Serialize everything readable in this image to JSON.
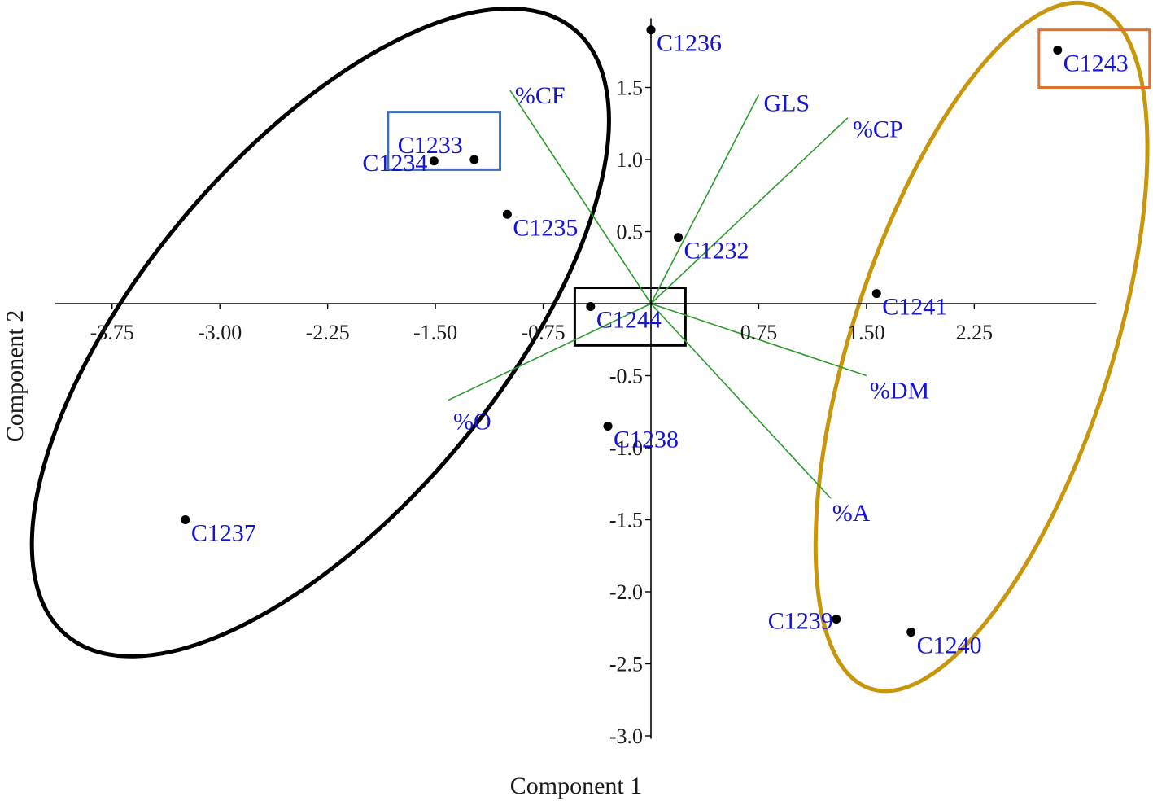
{
  "chart_data": {
    "type": "scatter",
    "subtype": "pca-biplot",
    "xlabel": "Component 1",
    "ylabel": "Component 2",
    "x_ticks": [
      "-3.75",
      "-3.00",
      "-2.25",
      "-1.50",
      "-0.75",
      "0.75",
      "1.50",
      "2.25"
    ],
    "x_tick_values": [
      -3.75,
      -3.0,
      -2.25,
      -1.5,
      -0.75,
      0.75,
      1.5,
      2.25
    ],
    "y_ticks": [
      "1.5",
      "1.0",
      "0.5",
      "-0.5",
      "-1.0",
      "-1.5",
      "-2.0",
      "-2.5",
      "-3.0"
    ],
    "y_tick_values": [
      1.5,
      1.0,
      0.5,
      -0.5,
      -1.0,
      -1.5,
      -2.0,
      -2.5,
      -3.0
    ],
    "xlim": [
      -4.15,
      3.1
    ],
    "ylim": [
      -3.02,
      1.98
    ],
    "grid": false,
    "points": [
      {
        "label": "C1236",
        "x": 0.0,
        "y": 1.9
      },
      {
        "label": "C1243",
        "x": 2.83,
        "y": 1.76
      },
      {
        "label": "C1233",
        "x": -1.23,
        "y": 1.0
      },
      {
        "label": "C1234",
        "x": -1.51,
        "y": 0.99
      },
      {
        "label": "C1235",
        "x": -1.0,
        "y": 0.62
      },
      {
        "label": "C1232",
        "x": 0.19,
        "y": 0.46
      },
      {
        "label": "C1241",
        "x": 1.57,
        "y": 0.07
      },
      {
        "label": "C1244",
        "x": -0.42,
        "y": -0.02
      },
      {
        "label": "C1238",
        "x": -0.3,
        "y": -0.85
      },
      {
        "label": "C1237",
        "x": -3.24,
        "y": -1.5
      },
      {
        "label": "C1239",
        "x": 1.29,
        "y": -2.19
      },
      {
        "label": "C1240",
        "x": 1.81,
        "y": -2.28
      }
    ],
    "loadings": [
      {
        "label": "%CF",
        "x": -0.98,
        "y": 1.48
      },
      {
        "label": "GLS",
        "x": 0.75,
        "y": 1.45
      },
      {
        "label": "%CP",
        "x": 1.37,
        "y": 1.29
      },
      {
        "label": "%DM",
        "x": 1.5,
        "y": -0.5
      },
      {
        "label": "%A",
        "x": 1.25,
        "y": -1.35
      },
      {
        "label": "%O",
        "x": -1.41,
        "y": -0.67
      }
    ],
    "ellipses": [
      {
        "name": "black-cluster",
        "color": "#000000",
        "cx": -2.3,
        "cy": -0.2,
        "rx": 2.75,
        "ry": 1.24,
        "angle_deg": -50
      },
      {
        "name": "gold-cluster",
        "color": "#c8960c",
        "cx": 2.3,
        "cy": -0.3,
        "rx": 2.5,
        "ry": 0.9,
        "angle_deg": -72
      }
    ],
    "highlight_boxes": [
      {
        "name": "c1233-box",
        "color": "#3d6db5",
        "x0": -1.83,
        "x1": -1.05,
        "y0": 0.93,
        "y1": 1.33
      },
      {
        "name": "c1244-box",
        "color": "#000000",
        "x0": -0.53,
        "x1": 0.24,
        "y0": -0.29,
        "y1": 0.11
      },
      {
        "name": "c1243-box",
        "color": "#e07030",
        "x0": 2.7,
        "x1": 3.47,
        "y0": 1.5,
        "y1": 1.9
      }
    ],
    "colors": {
      "point": "#000000",
      "point_label": "#1414d2",
      "loading_line": "#2e9a2e",
      "axis": "#000000"
    }
  }
}
